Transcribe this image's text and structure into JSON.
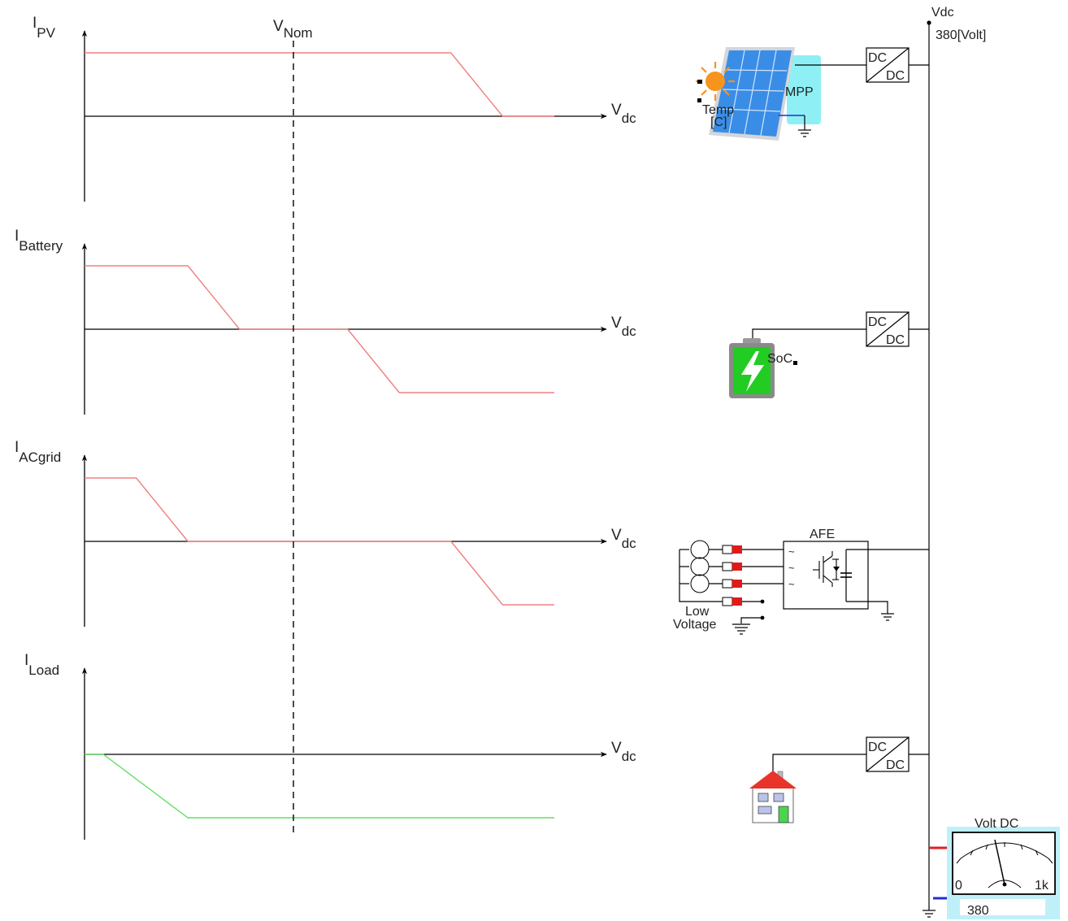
{
  "colors": {
    "curve_source": "#f08080",
    "curve_load": "#66dd66",
    "panel_blue": "#3a8de6",
    "mpp_box": "#8ef0f4",
    "battery_green": "#22cc22",
    "house_roof": "#e8342b",
    "meter_frame": "#bff0fa",
    "dc_bus_pos": "#e02020",
    "dc_bus_neg": "#2030d0",
    "afe_connector": "#e01a1a"
  },
  "marker": {
    "label": "V",
    "sub": "Nom"
  },
  "curves": [
    {
      "i_label": "I",
      "i_sub": "PV",
      "x_label": "V",
      "x_sub": "dc",
      "color_key": "curve_source",
      "points": [
        [
          0,
          1
        ],
        [
          0.78,
          1
        ],
        [
          0.89,
          0
        ],
        [
          1,
          0
        ]
      ]
    },
    {
      "i_label": "I",
      "i_sub": "Battery",
      "x_label": "V",
      "x_sub": "dc",
      "color_key": "curve_source",
      "points": [
        [
          0,
          1
        ],
        [
          0.22,
          1
        ],
        [
          0.33,
          0
        ],
        [
          0.56,
          0
        ],
        [
          0.67,
          -1
        ],
        [
          1,
          -1
        ]
      ]
    },
    {
      "i_label": "I",
      "i_sub": "ACgrid",
      "x_label": "V",
      "x_sub": "dc",
      "color_key": "curve_source",
      "points": [
        [
          0,
          1
        ],
        [
          0.11,
          1
        ],
        [
          0.22,
          0
        ],
        [
          0.78,
          0
        ],
        [
          0.89,
          -1
        ],
        [
          1,
          -1
        ]
      ]
    },
    {
      "i_label": "I",
      "i_sub": "Load",
      "x_label": "V",
      "x_sub": "dc",
      "color_key": "curve_load",
      "points": [
        [
          0,
          0
        ],
        [
          0.04,
          0
        ],
        [
          0.22,
          -1
        ],
        [
          1,
          -1
        ]
      ]
    }
  ],
  "bus": {
    "name": "Vdc",
    "value": "380[Volt]"
  },
  "pv": {
    "temp_label": "Temp",
    "temp_unit": "[C]",
    "mpp_label": "MPP"
  },
  "converter": {
    "top": "DC",
    "bottom": "DC"
  },
  "battery": {
    "soc_label": "SoC"
  },
  "grid": {
    "afe_label": "AFE",
    "low_label": "Low",
    "voltage_label": "Voltage"
  },
  "meter": {
    "title": "Volt DC",
    "scale_min": "0",
    "scale_max": "1k",
    "reading": "380"
  }
}
